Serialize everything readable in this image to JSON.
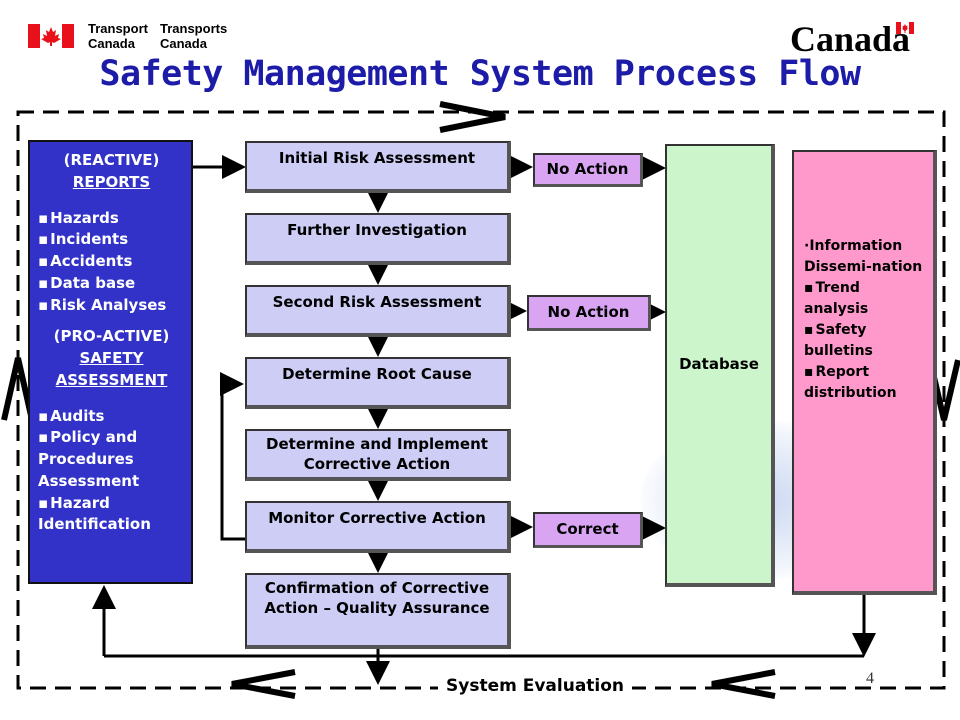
{
  "header": {
    "dept_en_1": "Transport",
    "dept_en_2": "Canada",
    "dept_fr_1": "Transports",
    "dept_fr_2": "Canada",
    "wordmark": "Canada",
    "title": "Safety Management System Process Flow"
  },
  "reports": {
    "heading1": "(REACTIVE)",
    "heading2": "REPORTS",
    "items1": [
      "Hazards",
      "Incidents",
      "Accidents",
      "Data base",
      "Risk Analyses"
    ],
    "heading3": "(PRO-ACTIVE)",
    "heading4": "SAFETY",
    "heading5": "ASSESSMENT",
    "items2": [
      "Audits",
      "Policy and Procedures Assessment",
      "Hazard Identification"
    ]
  },
  "steps": [
    "Initial Risk Assessment",
    "Further Investigation",
    "Second Risk Assessment",
    "Determine Root Cause",
    "Determine and Implement Corrective Action",
    "Monitor Corrective Action",
    "Confirmation of Corrective Action – Quality Assurance"
  ],
  "actions": [
    "No Action",
    "No Action",
    "Correct"
  ],
  "database": "Database",
  "info": {
    "first": "Information Dissemi-nation",
    "items": [
      "Trend analysis",
      "Safety bulletins",
      "Report distribution"
    ]
  },
  "footer": {
    "system_evaluation": "System Evaluation",
    "page_number": "4"
  },
  "colors": {
    "title": "#1c1ca8",
    "reports_bg": "#3232c8",
    "step_bg": "#cdcdf5",
    "action_bg": "#d9a5f2",
    "database_bg": "#ccf5cc",
    "info_bg": "#ff99cc",
    "flag_red": "#e8101a"
  }
}
